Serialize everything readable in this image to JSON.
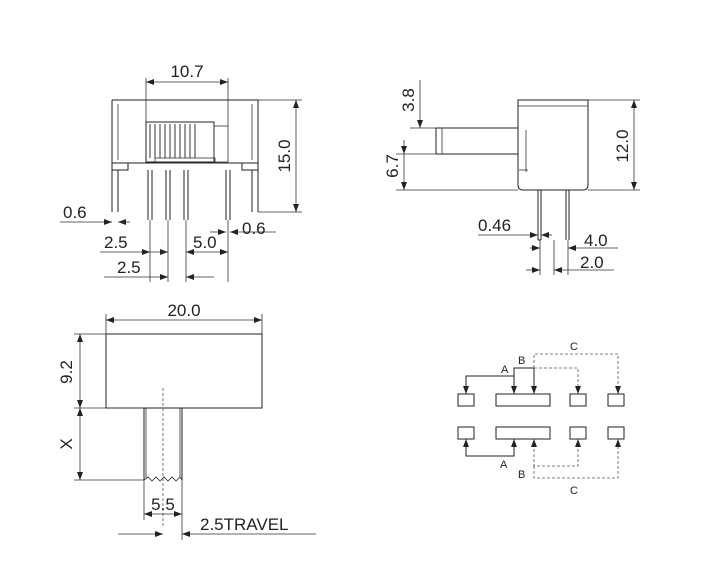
{
  "front_view": {
    "width_dim": "10.7",
    "height_dim": "15.0",
    "pin_width_left": "0.6",
    "pin_width_right": "0.6",
    "pitch_a": "2.5",
    "pitch_b": "2.5",
    "pitch_span": "5.0"
  },
  "side_view": {
    "knob_dim": "3.8",
    "knob_height": "6.7",
    "body_height": "12.0",
    "pin_thickness": "0.46",
    "pin_span": "4.0",
    "pin_offset": "2.0"
  },
  "top_view": {
    "width_dim": "20.0",
    "body_depth": "9.2",
    "stem_length": "X",
    "stem_width": "5.5",
    "travel": "2.5TRAVEL"
  },
  "circuit": {
    "label_a_top": "A",
    "label_b_top": "B",
    "label_c_top": "C",
    "label_a_bottom": "A",
    "label_b_bottom": "B",
    "label_c_bottom": "C"
  }
}
